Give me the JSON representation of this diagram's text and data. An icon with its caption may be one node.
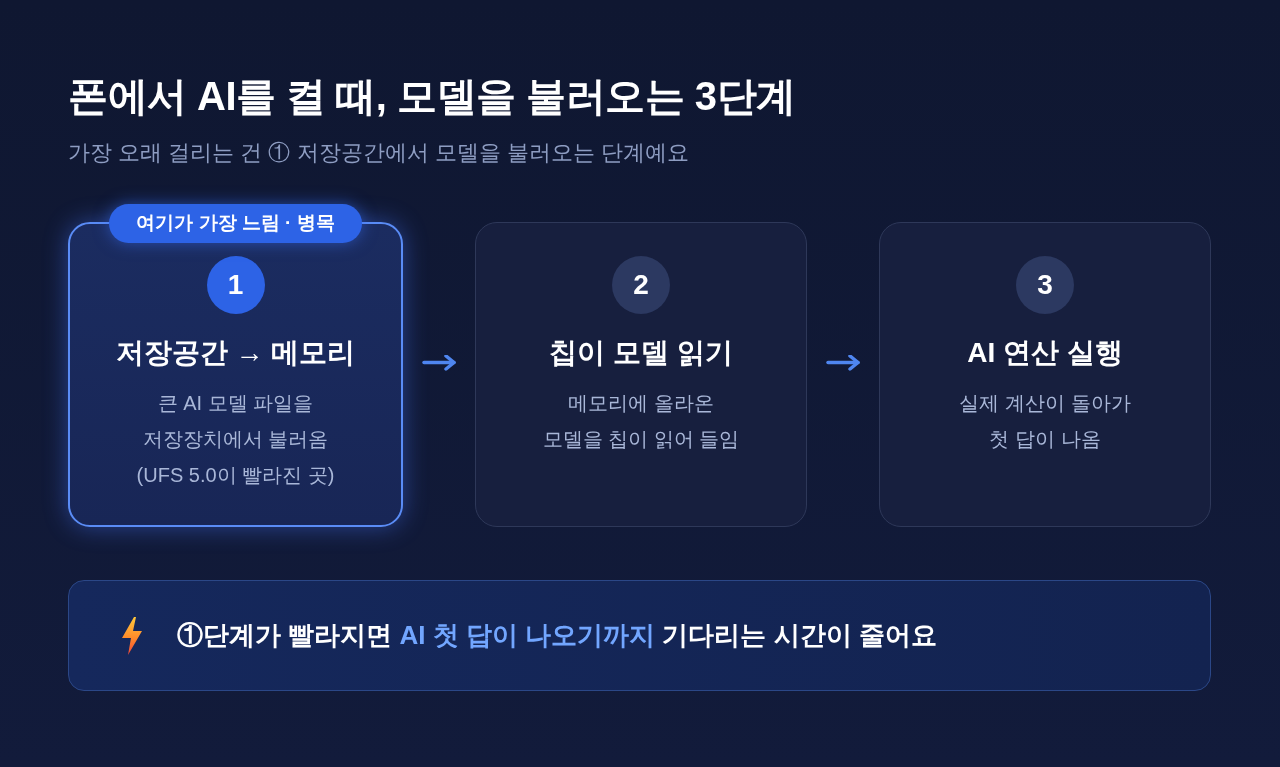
{
  "diagram": {
    "title": "폰에서 AI를 켤 때, 모델을 불러오는 3단계",
    "nodes": [
      {
        "text": [
          "여기가 가장 느림 · 병목"
        ]
      },
      {
        "text": [
          "저장공간 → 메모리",
          "큰 AI 모델 파일을 저장장치에서 불러옴 (UFS 5.0이 빨라진 곳)"
        ]
      },
      {
        "text": [
          "1"
        ],
        "in": 1
      },
      {
        "text": [
          "칩이 모델 읽기",
          "메모리에 올라온 모델을 칩이 읽어 들임"
        ]
      },
      {
        "text": [
          "2"
        ],
        "in": 3
      },
      {
        "text": [
          "AI 연산 실행",
          "실제 계산이 돌아가 첫 답이 나옴"
        ]
      },
      {
        "text": [
          "3"
        ],
        "in": 5
      },
      {
        "text": [
          "①단계가 빨라지면 **AI 첫 답이 나오기까지** 기다리는 시간이 줄어요"
        ]
      }
    ],
    "edges": [
      {
        "from": 1,
        "to": 3,
        "arrow": "to"
      },
      {
        "from": 3,
        "to": 5,
        "arrow": "to"
      }
    ],
    "labels": [
      "가장 오래 걸리는 건 ① 저장공간에서 모델을 불러오는 단계예요"
    ]
  }
}
